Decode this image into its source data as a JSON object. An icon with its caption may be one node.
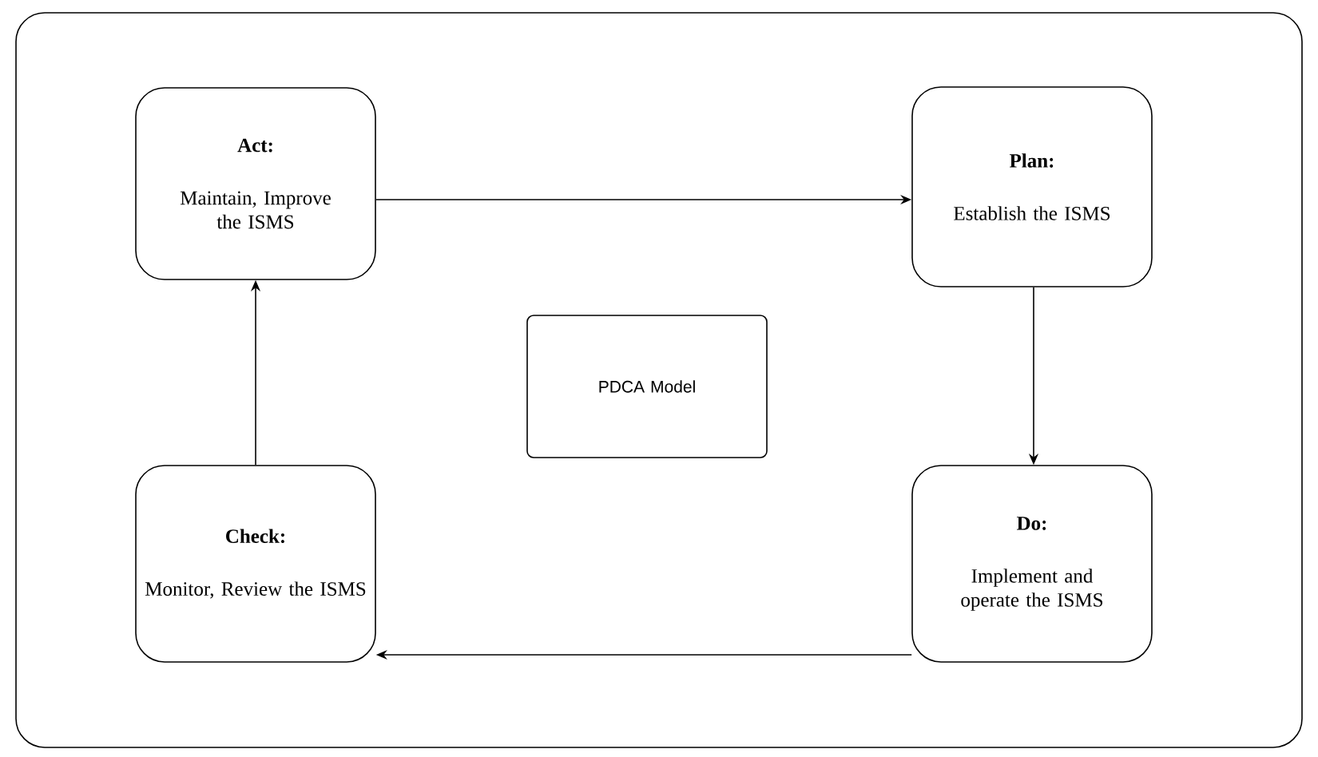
{
  "diagram": {
    "nodes": [
      {
        "text": [
          "Act:",
          "Maintain, Improve the ISMS"
        ]
      },
      {
        "text": [
          "Plan:",
          "Establish the ISMS"
        ]
      },
      {
        "text": [
          "PDCA Model"
        ]
      },
      {
        "text": [
          "Check:",
          "Monitor, Review the ISMS"
        ]
      },
      {
        "text": [
          "Do:",
          "Implement and operate the ISMS"
        ]
      }
    ],
    "edges": [
      {
        "from": 0,
        "to": 1,
        "arrow": "to"
      },
      {
        "from": 1,
        "to": 4,
        "arrow": "to"
      },
      {
        "from": 4,
        "to": 3,
        "arrow": "to"
      },
      {
        "from": 3,
        "to": 0,
        "arrow": "to"
      }
    ]
  }
}
